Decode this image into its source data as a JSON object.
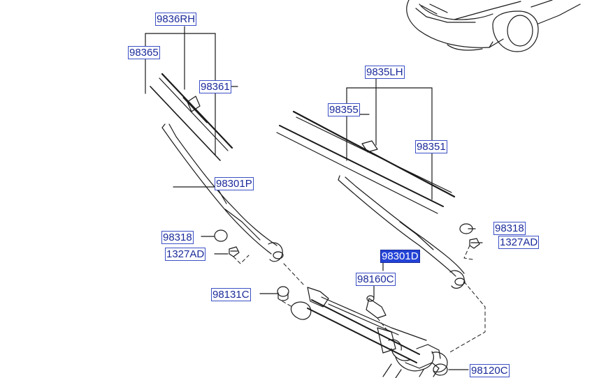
{
  "diagram": {
    "callouts": [
      {
        "code": "9836RH"
      },
      {
        "code": "98365"
      },
      {
        "code": "98361"
      },
      {
        "code": "98301P"
      },
      {
        "code": "98318"
      },
      {
        "code": "1327AD"
      },
      {
        "code": "98131C"
      },
      {
        "code": "9835LH"
      },
      {
        "code": "98355"
      },
      {
        "code": "98351"
      },
      {
        "code": "98318"
      },
      {
        "code": "1327AD"
      },
      {
        "code": "98301D"
      },
      {
        "code": "98160C"
      },
      {
        "code": "98120C"
      }
    ],
    "selected_callout": "98301D",
    "colors": {
      "callout_text": "#1a2a9a",
      "callout_border": "#3b4fc6",
      "selected_fill": "#2343d6",
      "line_art": "#1a1a1a"
    }
  }
}
